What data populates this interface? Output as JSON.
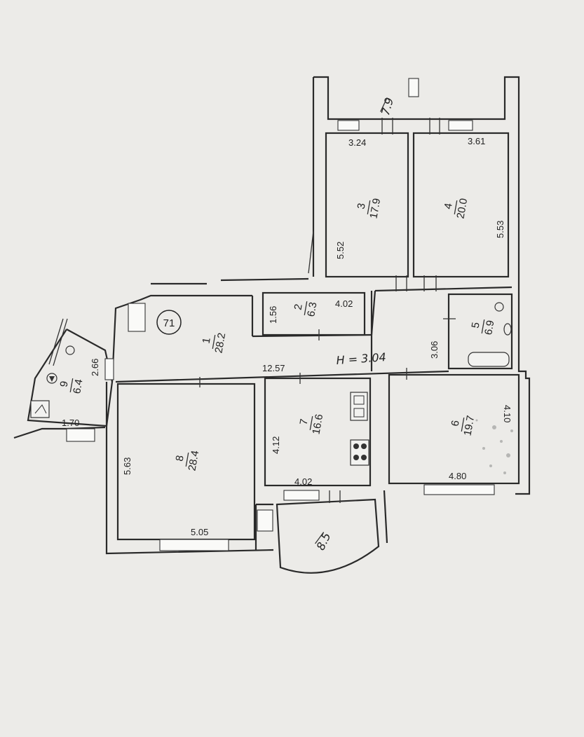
{
  "plan": {
    "unit_marker": "71",
    "ceiling_height": "H = 3.04",
    "rooms": [
      {
        "id": "room-1",
        "number": "1",
        "area": "28.2"
      },
      {
        "id": "room-2",
        "number": "2",
        "area": "6.3"
      },
      {
        "id": "room-3",
        "number": "3",
        "area": "17.9"
      },
      {
        "id": "room-4",
        "number": "4",
        "area": "20.0"
      },
      {
        "id": "room-5",
        "number": "5",
        "area": "6.9"
      },
      {
        "id": "room-6",
        "number": "6",
        "area": "19.7"
      },
      {
        "id": "room-7",
        "number": "7",
        "area": "16.6"
      },
      {
        "id": "room-8",
        "number": "8",
        "area": "28.4"
      },
      {
        "id": "room-9",
        "number": "9",
        "area": "6.4"
      }
    ],
    "balconies": {
      "top": "7.9",
      "bottom": "8.5"
    },
    "dimensions": {
      "d_324": "3.24",
      "d_361": "3.61",
      "d_552": "5.52",
      "d_553": "5.53",
      "d_156": "1.56",
      "d_402a": "4.02",
      "d_306": "3.06",
      "d_266": "2.66",
      "d_1257": "12.57",
      "d_412": "4.12",
      "d_402b": "4.02",
      "d_410": "4.10",
      "d_480": "4.80",
      "d_563": "5.63",
      "d_505": "5.05",
      "d_170": "1.70"
    }
  }
}
